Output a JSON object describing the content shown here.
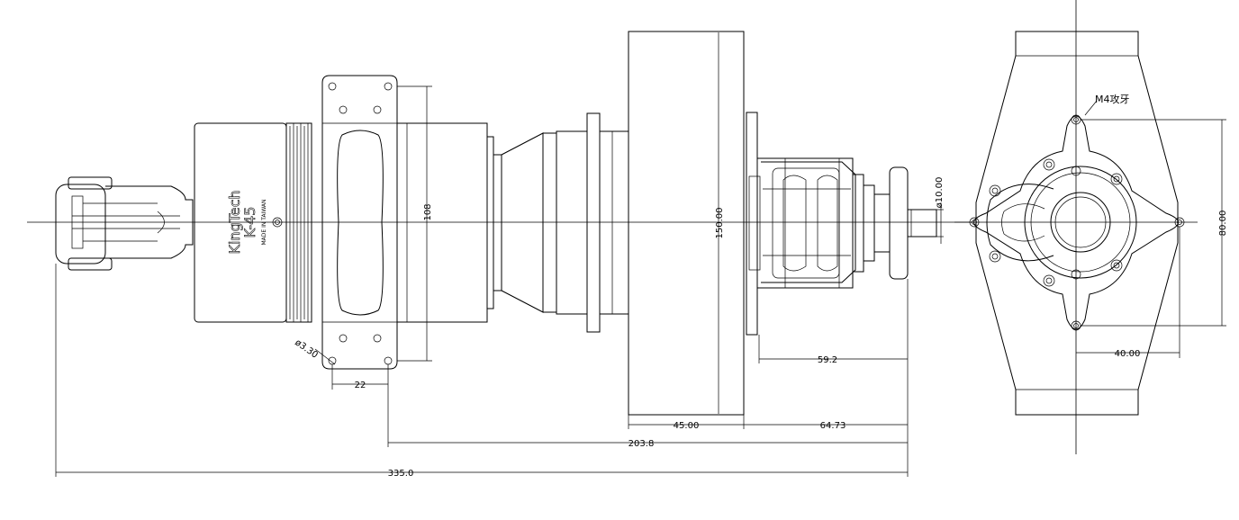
{
  "engine": {
    "brand": "KingTech",
    "model": "K-45",
    "origin": "MADE IN TAIWAN"
  },
  "annotations": {
    "thread_note": "M4攻牙"
  },
  "dimensions": {
    "mount_height": "108",
    "flange_diameter": "150.00",
    "shaft_diameter": "ø10.00",
    "hole_diameter": "ø3.30",
    "hole_spacing": "22",
    "rear_length": "59.2",
    "flange_width": "45.00",
    "front_length": "64.73",
    "mount_to_end": "203.8",
    "overall_length": "335.0",
    "bolt_vertical": "80.00",
    "bolt_horizontal": "40.00"
  }
}
